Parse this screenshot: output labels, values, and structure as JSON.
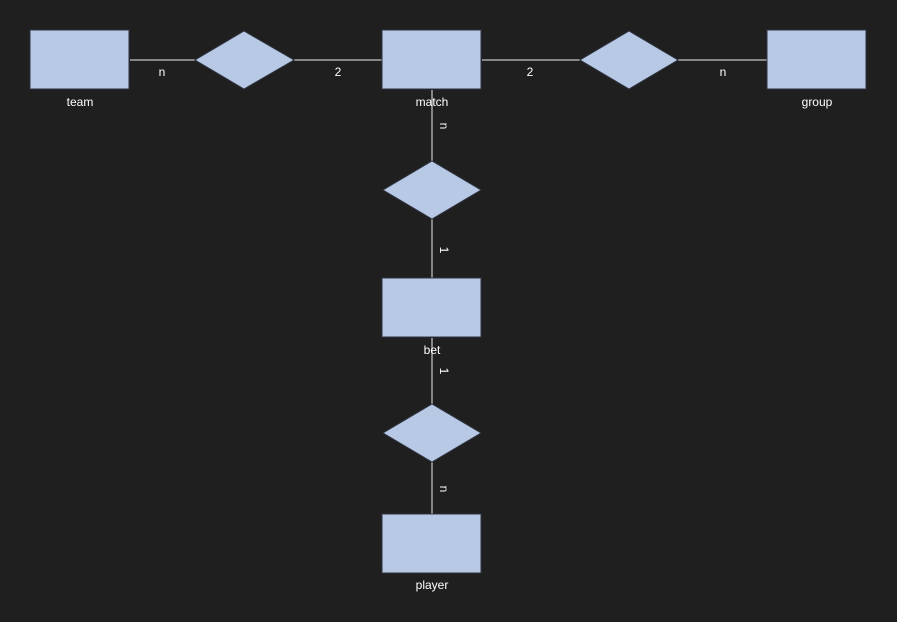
{
  "entities": {
    "team": "team",
    "match": "match",
    "group": "group",
    "bet": "bet",
    "player": "player"
  },
  "relationships": {
    "team_match": "",
    "match_group": "",
    "match_bet": "",
    "bet_player": ""
  },
  "cardinalities": {
    "team_side": "n",
    "match_side_left": "2",
    "match_side_right": "2",
    "group_side": "n",
    "match_side_bet_rel": "n",
    "bet_side_match_rel": "1",
    "bet_side_player_rel": "1",
    "player_side": "n"
  },
  "colors": {
    "background": "#1f1f1f",
    "shape_fill": "#b8c9e6",
    "shape_stroke": "#2f3440",
    "edge": "#a9a9a9",
    "text": "#ffffff"
  }
}
